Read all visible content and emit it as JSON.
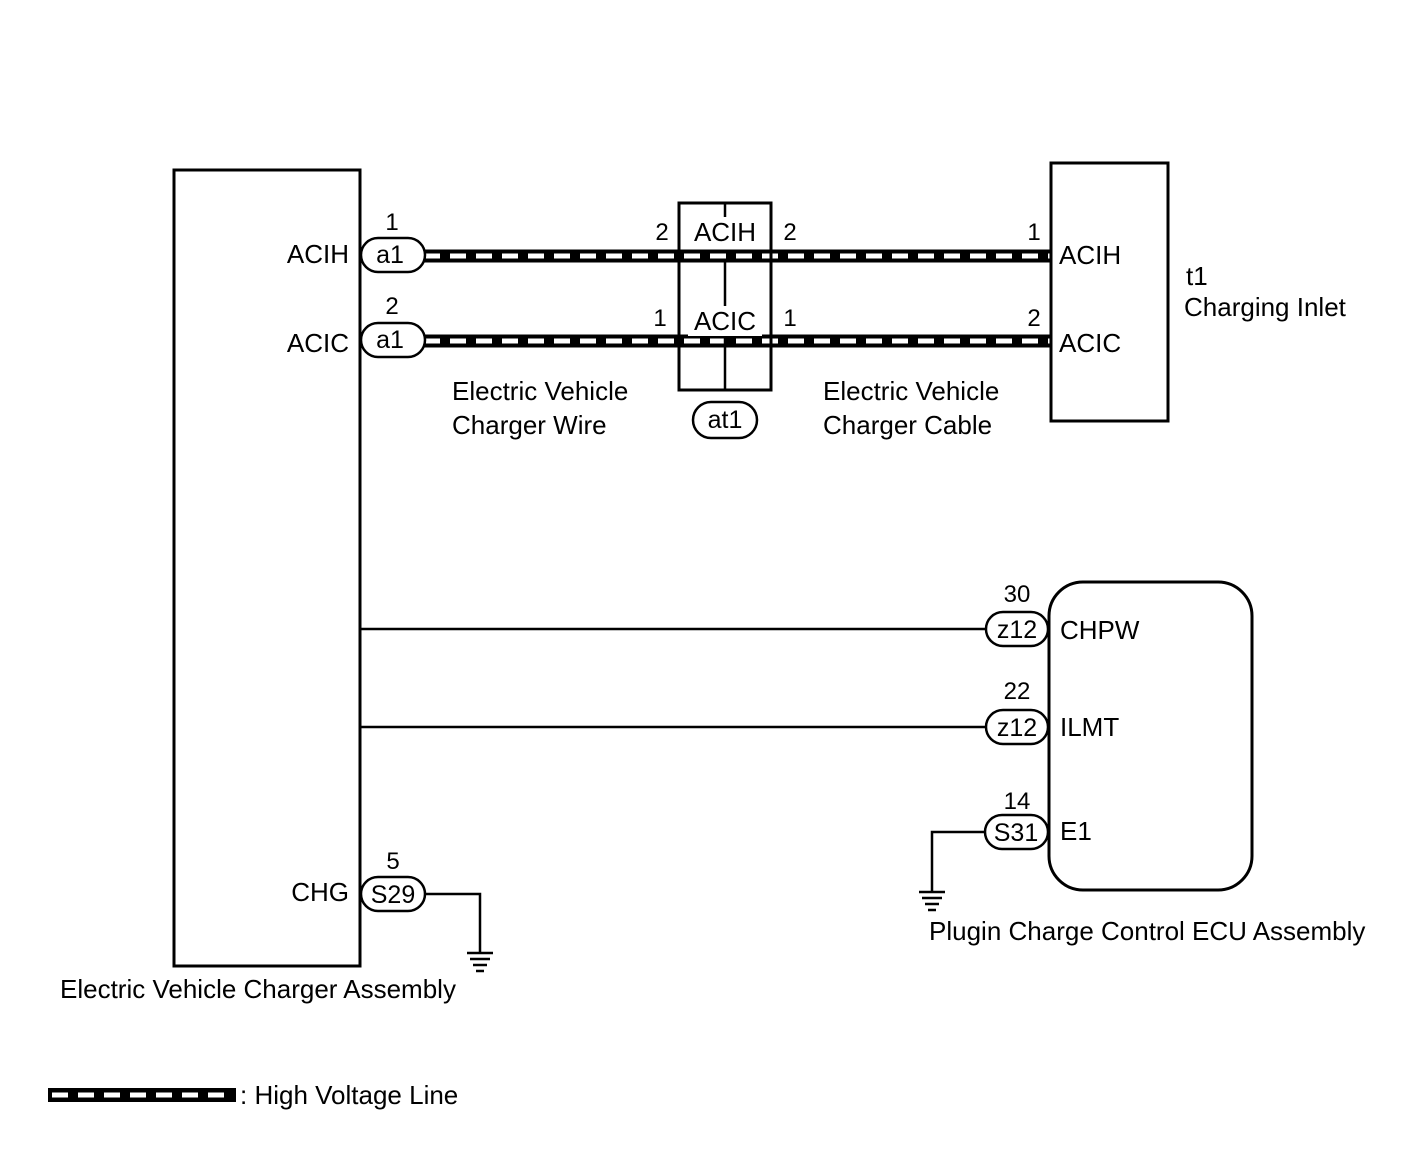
{
  "charger": {
    "name": "Electric Vehicle Charger Assembly",
    "pins": [
      {
        "label": "ACIH",
        "connector": "a1",
        "pin": "1"
      },
      {
        "label": "ACIC",
        "connector": "a1",
        "pin": "2"
      },
      {
        "label": "CHG",
        "connector": "S29",
        "pin": "5"
      }
    ]
  },
  "junction": {
    "connector": "at1",
    "acih_label": "ACIH",
    "acic_label": "ACIC",
    "acih_pin_left": "2",
    "acih_pin_right": "2",
    "acic_pin_left": "1",
    "acic_pin_right": "1"
  },
  "inlet": {
    "id": "t1",
    "name": "Charging Inlet",
    "pins": [
      {
        "label": "ACIH",
        "pin": "1"
      },
      {
        "label": "ACIC",
        "pin": "2"
      }
    ]
  },
  "ecu": {
    "name": "Plugin Charge Control ECU Assembly",
    "pins": [
      {
        "label": "CHPW",
        "connector": "z12",
        "pin": "30"
      },
      {
        "label": "ILMT",
        "connector": "z12",
        "pin": "22"
      },
      {
        "label": "E1",
        "connector": "S31",
        "pin": "14"
      }
    ]
  },
  "wires": {
    "wire_line1": "Electric Vehicle",
    "wire_line2": "Charger Wire",
    "cable_line1": "Electric Vehicle",
    "cable_line2": "Charger Cable"
  },
  "legend": {
    "text": ": High Voltage Line"
  },
  "colors": {
    "line": "#000000",
    "background": "#ffffff"
  }
}
